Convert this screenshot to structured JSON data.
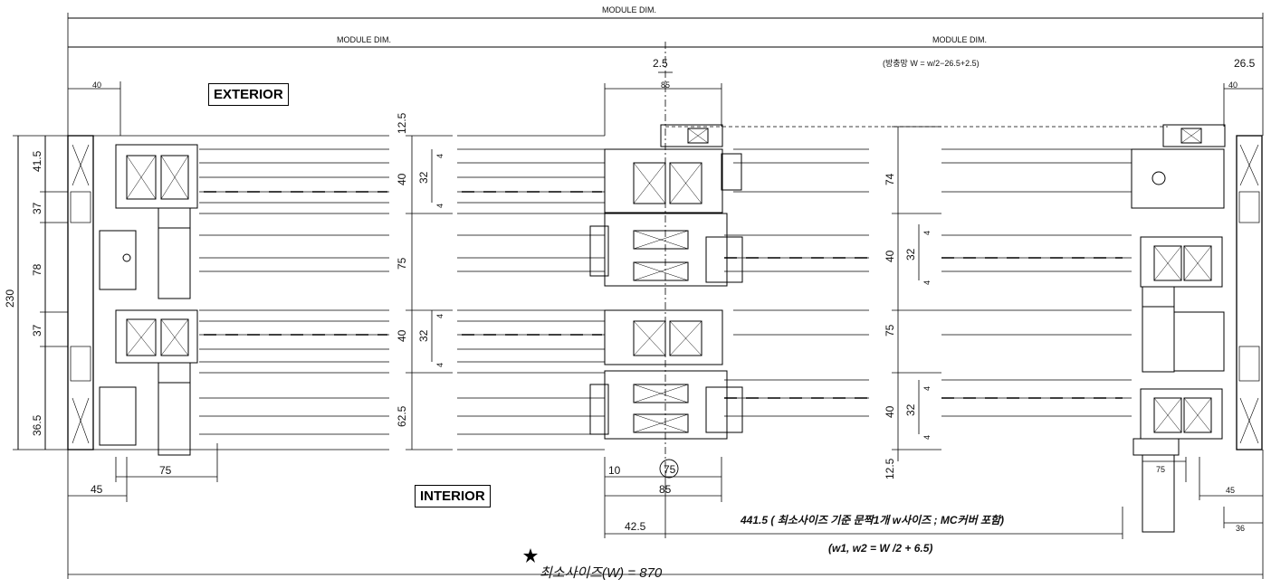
{
  "labels": {
    "module_total": "MODULE DIM.",
    "module_left": "MODULE DIM.",
    "module_right": "MODULE DIM.",
    "exterior": "EXTERIOR",
    "interior": "INTERIOR",
    "screen_formula": "(방충망 W = w/2−26.5+2.5)",
    "min_width_note": "441.5 ( 최소사이즈 기준 문짝1개 w사이즈 ; MC커버 포함)",
    "w_formula": "(w1, w2 = W /2 + 6.5)",
    "min_size": "최소사이즈(W) = 870"
  },
  "dims": {
    "d230": "230",
    "d41_5": "41.5",
    "d37a": "37",
    "d78": "78",
    "d37b": "37",
    "d36_5": "36.5",
    "d40_left": "40",
    "d75_bottom_left": "75",
    "d45_left": "45",
    "d12_5_top": "12.5",
    "d40_a": "40",
    "d32_a": "32",
    "d4_a1": "4",
    "d4_a2": "4",
    "d75_mid": "75",
    "d4_b1": "4",
    "d40_b": "40",
    "d32_b": "32",
    "d4_b2": "4",
    "d62_5": "62.5",
    "d2_5": "2.5",
    "d85_top": "85",
    "d10": "10",
    "d75_circle": "75",
    "d85_bottom": "85",
    "d42_5": "42.5",
    "d74": "74",
    "d4_c1": "4",
    "d40_c": "40",
    "d32_c": "32",
    "d4_c2": "4",
    "d75_right": "75",
    "d4_d1": "4",
    "d40_d": "40",
    "d32_d": "32",
    "d4_d2": "4",
    "d12_5_bottom": "12.5",
    "d26_5": "26.5",
    "d40_right": "40",
    "d75_right_bottom": "75",
    "d45_right": "45",
    "d36_right": "36"
  }
}
